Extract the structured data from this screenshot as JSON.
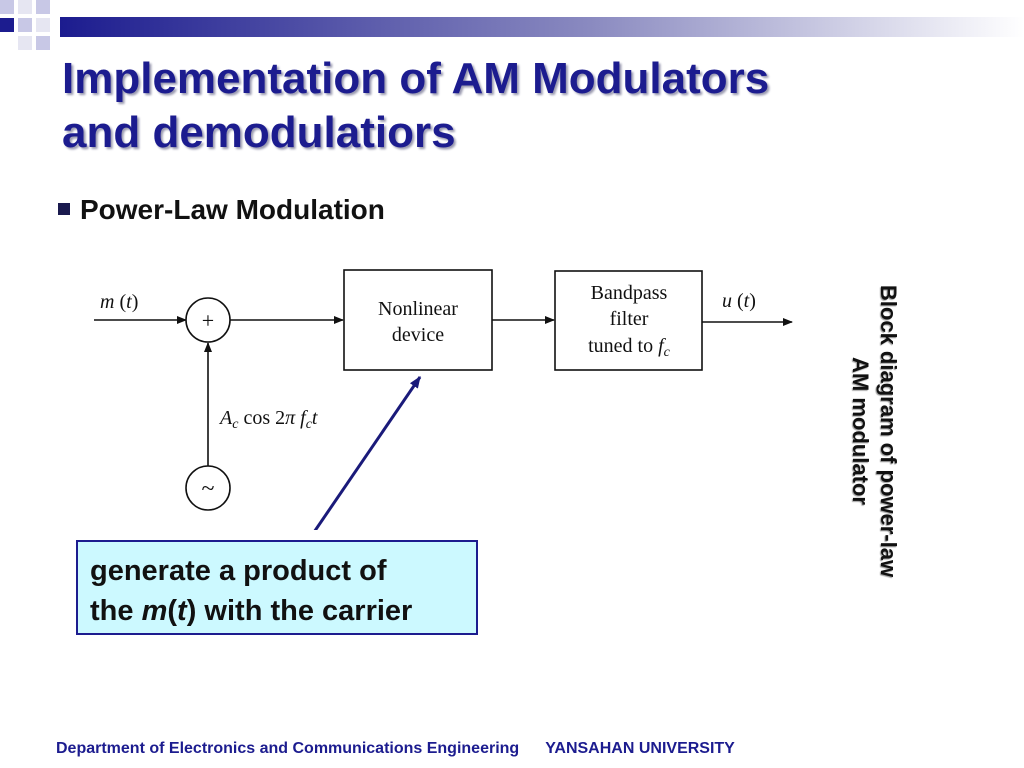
{
  "slide": {
    "title_line1": "Implementation of AM Modulators",
    "title_line2": "and demodulatiors",
    "bullet": "Power-Law Modulation",
    "side_label_line1": "Block diagram of power-law",
    "side_label_line2": "AM modulator",
    "callout_line1": "generate a product of",
    "callout_pre": "the ",
    "callout_m": "m",
    "callout_paren_open": "(",
    "callout_t": "t",
    "callout_paren_close": ")",
    "callout_post": " with the carrier",
    "footer_dept": "Department of Electronics and Communications Engineering",
    "footer_univ": "YANSAHAN UNIVERSITY"
  },
  "diagram": {
    "input_label_m": "m",
    "input_label_t": "t",
    "adder_symbol": "+",
    "oscillator_symbol": "~",
    "block1_line1": "Nonlinear",
    "block1_line2": "device",
    "block2_line1": "Bandpass",
    "block2_line2": "filter",
    "block2_line3": "tuned to",
    "block2_fc": "f",
    "block2_fc_sub": "c",
    "carrier_A": "A",
    "carrier_A_sub": "c",
    "carrier_cos": " cos 2",
    "carrier_pi": "π",
    "carrier_f": "f",
    "carrier_f_sub": "c",
    "carrier_t": "t",
    "output_label_u": "u",
    "output_label_t": "t"
  },
  "colors": {
    "title": "#1c1c8f",
    "callout_bg": "#ccf9ff",
    "arrow": "#1a1a7a"
  }
}
